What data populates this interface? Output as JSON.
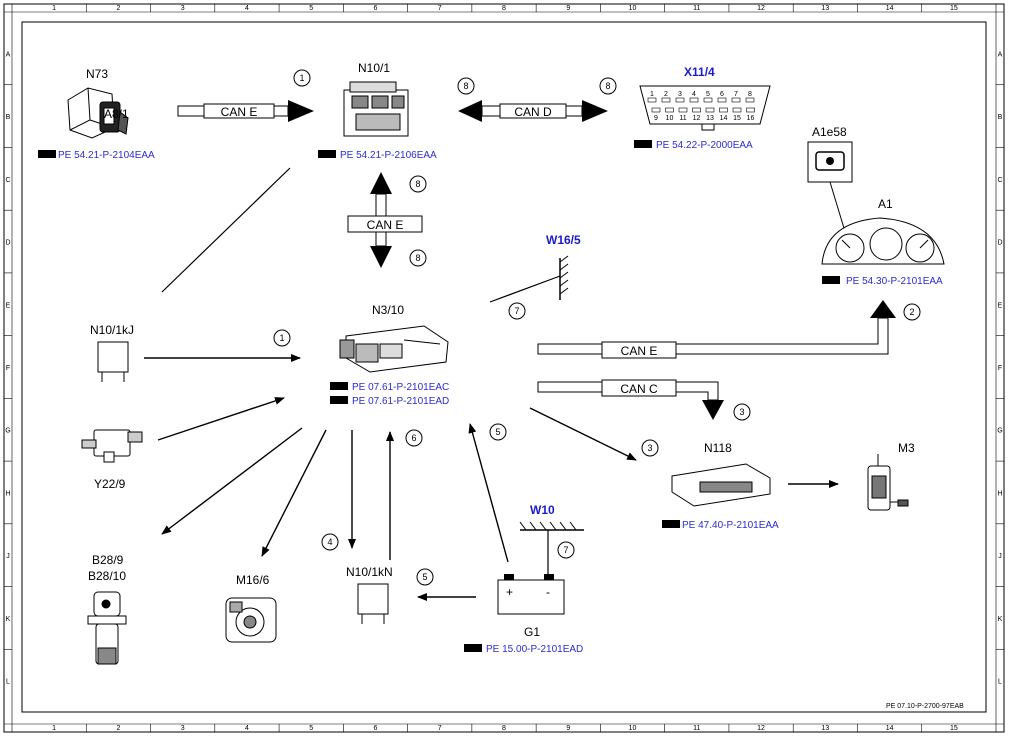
{
  "border": {
    "columns": [
      "1",
      "2",
      "3",
      "4",
      "5",
      "6",
      "7",
      "8",
      "9",
      "10",
      "11",
      "12",
      "13",
      "14",
      "15"
    ],
    "rows": [
      "A",
      "B",
      "C",
      "D",
      "E",
      "F",
      "G",
      "H",
      "J",
      "K",
      "L"
    ]
  },
  "components": {
    "n73": "N73",
    "a8_1": "A8/1",
    "n10_1": "N10/1",
    "x11_4": "X11/4",
    "a1e58": "A1e58",
    "a1": "A1",
    "w16_5": "W16/5",
    "n10_1kj": "N10/1kJ",
    "n3_10": "N3/10",
    "y22_9": "Y22/9",
    "b28_9": "B28/9",
    "b28_10": "B28/10",
    "m16_6": "M16/6",
    "n10_1kn": "N10/1kN",
    "w10": "W10",
    "g1": "G1",
    "g1_plus": "+",
    "g1_minus": "-",
    "n118": "N118",
    "m3": "M3"
  },
  "obd_pins": {
    "top": [
      "1",
      "2",
      "3",
      "4",
      "5",
      "6",
      "7",
      "8"
    ],
    "bottom": [
      "9",
      "10",
      "11",
      "12",
      "13",
      "14",
      "15",
      "16"
    ]
  },
  "refs": {
    "n73": "PE 54.21-P-2104EAA",
    "n10_1": "PE 54.21-P-2106EAA",
    "x11_4": "PE 54.22-P-2000EAA",
    "a1": "PE 54.30-P-2101EAA",
    "n3_10_a": "PE 07.61-P-2101EAC",
    "n3_10_b": "PE 07.61-P-2101EAD",
    "n118": "PE 47.40-P-2101EAA",
    "g1": "PE 15.00-P-2101EAD"
  },
  "buses": {
    "can_e_top": "CAN E",
    "can_d": "CAN D",
    "can_e_vertical": "CAN E",
    "can_e_right": "CAN E",
    "can_c": "CAN C"
  },
  "callouts": {
    "n73_to_n10": "1",
    "can_d_left": "8",
    "can_d_right": "8",
    "vertical_top": "8",
    "vertical_bottom": "8",
    "w16_5": "7",
    "n10kj_to_n3": "1",
    "to_a1": "2",
    "can_c": "3",
    "to_n118": "3",
    "to_n10kn": "4",
    "from_n10kn": "6",
    "from_g1": "5",
    "g1_to_n10kn": "5",
    "w10": "7"
  },
  "doc_id": "PE 07.10-P-2700-97EAB"
}
